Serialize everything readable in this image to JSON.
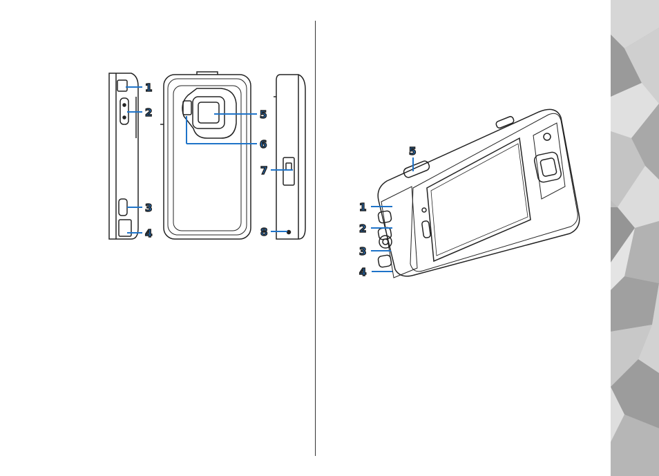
{
  "left_figure": {
    "callouts": [
      "1",
      "2",
      "3",
      "4",
      "5",
      "6",
      "7",
      "8"
    ]
  },
  "right_figure": {
    "callouts": [
      "5",
      "1",
      "2",
      "3",
      "4"
    ]
  },
  "colors": {
    "callout": "#1e73c8",
    "outline": "#222222",
    "side_strip": "#b9b9b9"
  }
}
